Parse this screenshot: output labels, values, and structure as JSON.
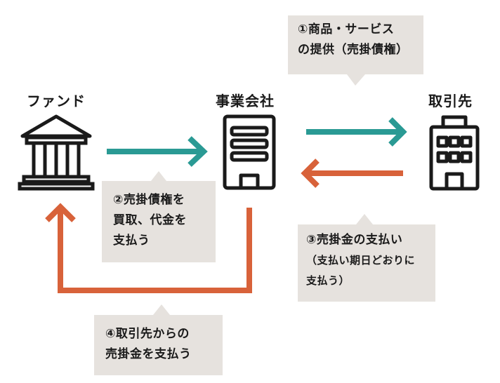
{
  "entities": {
    "fund": "ファンド",
    "company": "事業会社",
    "partner": "取引先"
  },
  "callouts": {
    "c1": [
      "①商品・サービス",
      "の提供（売掛債権）"
    ],
    "c2": [
      "②売掛債権を",
      "買取、代金を",
      "支払う"
    ],
    "c3": [
      "③売掛金の支払い",
      "（支払い期日どおりに",
      "支払う）"
    ],
    "c4": [
      "④取引先からの",
      "売掛金を支払う"
    ]
  },
  "colors": {
    "teal": "#2a9a94",
    "orange": "#d8623a",
    "icon": "#1a1a1a",
    "callout_bg": "#e6e2de"
  }
}
